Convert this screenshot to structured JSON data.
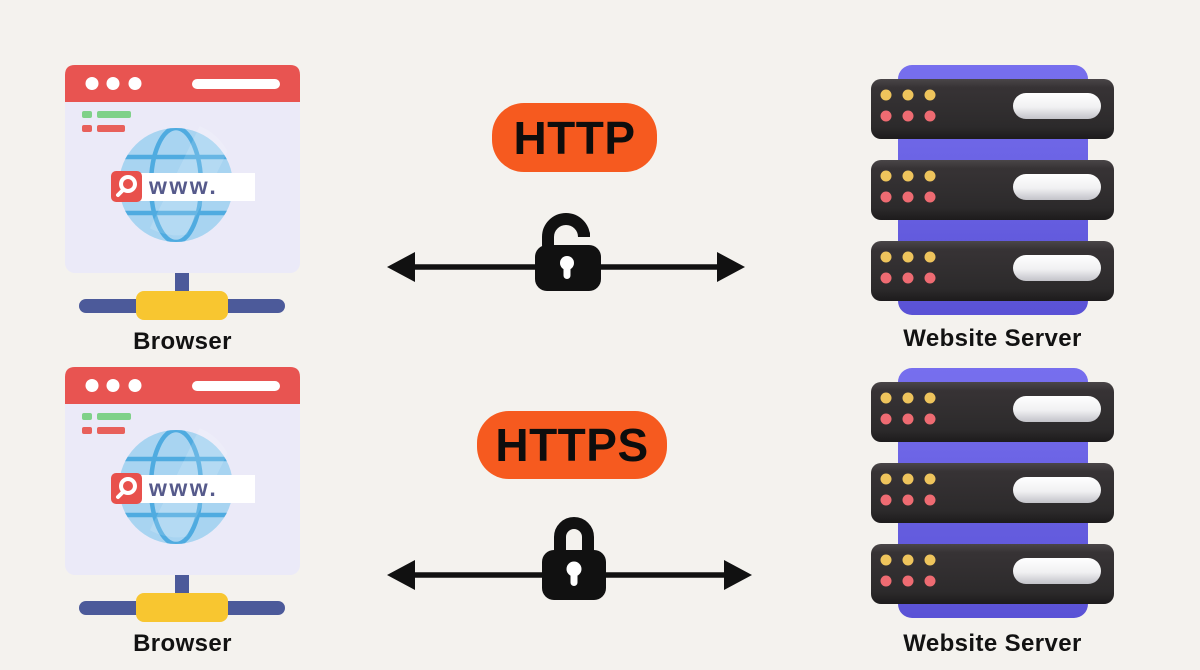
{
  "rows": [
    {
      "protocol_label": "HTTP",
      "lock_state": "open",
      "browser": {
        "label": "Browser",
        "url_text": "www."
      },
      "server": {
        "label": "Website Server"
      }
    },
    {
      "protocol_label": "HTTPS",
      "lock_state": "closed",
      "browser": {
        "label": "Browser",
        "url_text": "www."
      },
      "server": {
        "label": "Website Server"
      }
    }
  ],
  "icons": {
    "lock_open": "open-padlock-icon",
    "lock_closed": "closed-padlock-icon",
    "arrow": "bidirectional-arrow",
    "search": "search-icon",
    "globe": "globe-icon",
    "network_hub": "network-hub-icon"
  },
  "colors": {
    "background": "#f4f2ee",
    "badge_bg": "#f65a1f",
    "badge_text": "#0d0d0d",
    "arrow_black": "#111111",
    "browser_topbar": "#e85451",
    "browser_body": "#ebeaf8",
    "status_green": "#7fd189",
    "status_red": "#e8605b",
    "globe_fill": "#a8d4f1",
    "globe_lines": "#4fabe0",
    "search_box_red": "#e8514c",
    "url_text": "#565a8b",
    "stand_blue": "#4c5a9a",
    "stand_yellow": "#f8c630",
    "server_slab_purple": "#6a63e6",
    "server_unit_dark": "#2e2c2e",
    "led_yellow": "#eec45c",
    "led_red": "#ee6b72",
    "handle_white": "#f2f2f4",
    "label_text": "#121212"
  }
}
